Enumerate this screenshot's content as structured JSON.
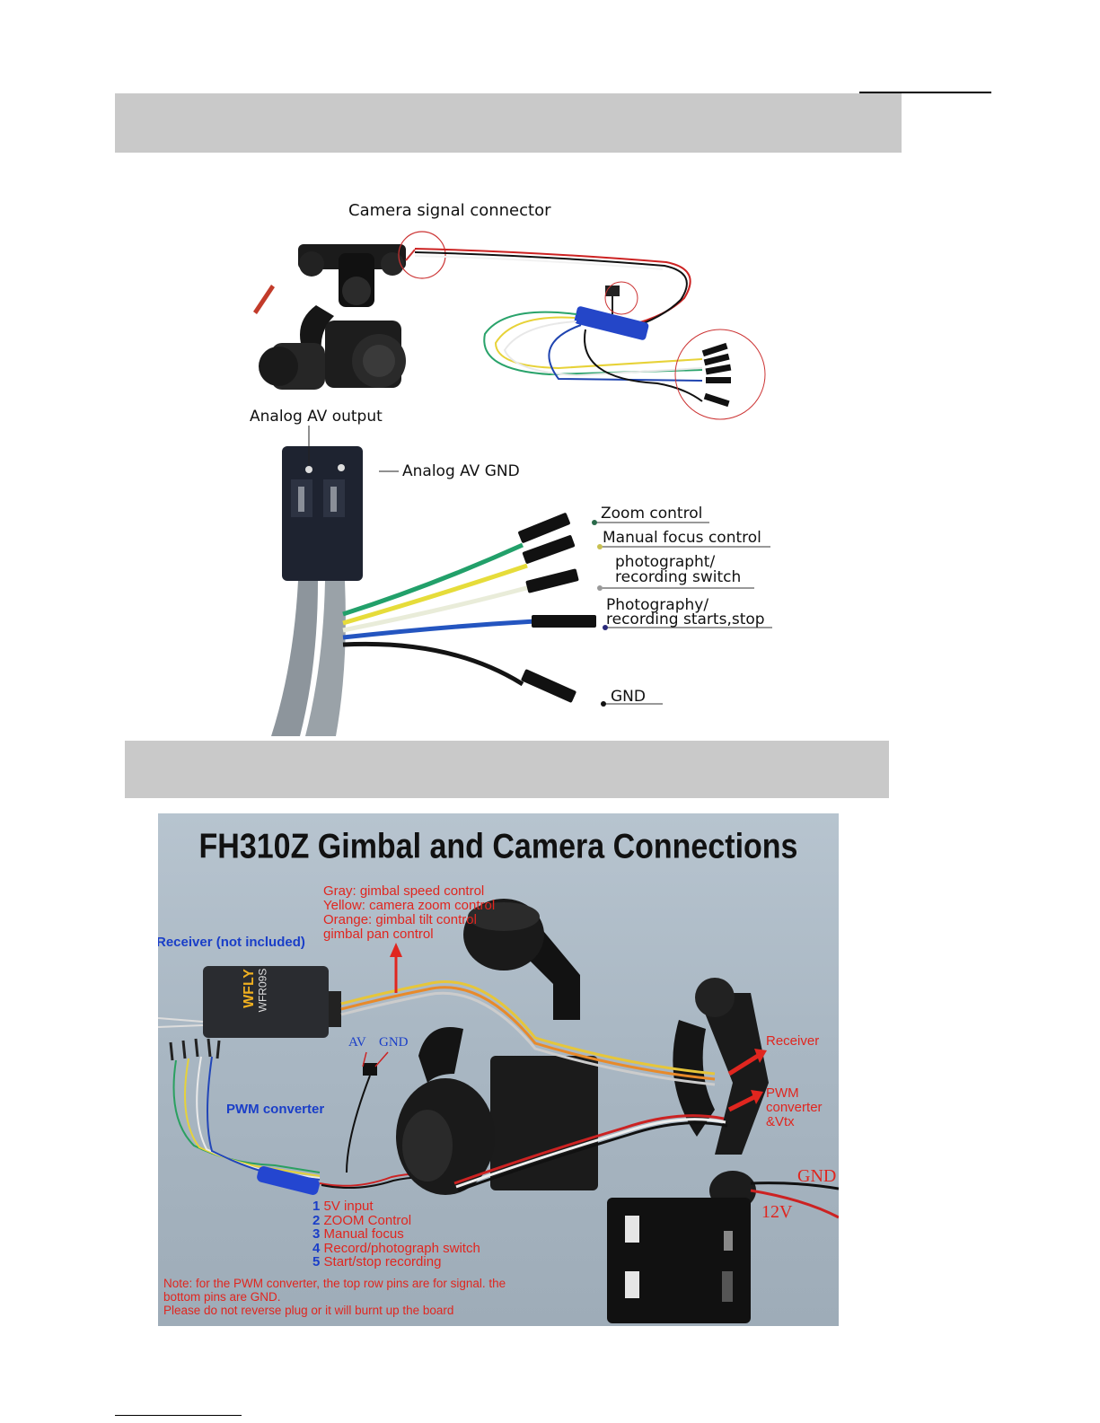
{
  "diagram1": {
    "camera_signal_connector": "Camera signal connector",
    "analog_av_output": "Analog AV output",
    "analog_av_gnd": "Analog AV GND",
    "zoom_control": "Zoom control",
    "manual_focus_control": "Manual focus control",
    "photograph_switch_l1": "photographt/",
    "photograph_switch_l2": "recording switch",
    "photography_start_l1": "Photography/",
    "photography_start_l2": "recording starts,stop",
    "gnd": "GND"
  },
  "diagram2": {
    "title": "FH310Z Gimbal and Camera Connections",
    "wire_gray": "Gray: gimbal speed control",
    "wire_yellow": "Yellow: camera zoom control",
    "wire_orange": "Orange: gimbal tilt control",
    "wire_pan": "gimbal pan control",
    "receiver_label": "Receiver (not included)",
    "receiver_brand": "WFLY",
    "receiver_model": "WFR09S",
    "av": "AV",
    "gnd_av": "GND",
    "pwm_converter": "PWM converter",
    "receiver_arrow": "Receiver",
    "pwm_arrow_l1": "PWM",
    "pwm_arrow_l2": "converter",
    "pwm_arrow_l3": "&Vtx",
    "gnd_power": "GND",
    "v12": "12V",
    "pins": [
      {
        "n": "1",
        "label": "5V input"
      },
      {
        "n": "2",
        "label": "ZOOM Control"
      },
      {
        "n": "3",
        "label": "Manual focus"
      },
      {
        "n": "4",
        "label": "Record/photograph switch"
      },
      {
        "n": "5",
        "label": "Start/stop recording"
      }
    ],
    "note_l1": "Note: for the PWM converter, the top row pins are for signal. the",
    "note_l2": "bottom pins are GND.",
    "note_l3": "Please do not reverse plug or it will burnt up the board"
  },
  "colors": {
    "band": "#c9c9c9",
    "red_text": "#e0261f",
    "blue_text": "#1a3ec8",
    "photo_bg": "#aab8c4"
  }
}
